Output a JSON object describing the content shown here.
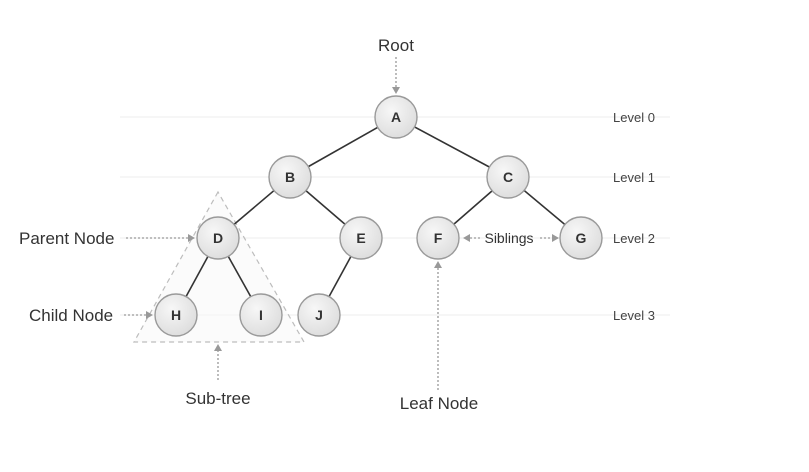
{
  "nodes": [
    {
      "id": "A",
      "label": "A"
    },
    {
      "id": "B",
      "label": "B"
    },
    {
      "id": "C",
      "label": "C"
    },
    {
      "id": "D",
      "label": "D"
    },
    {
      "id": "E",
      "label": "E"
    },
    {
      "id": "F",
      "label": "F"
    },
    {
      "id": "G",
      "label": "G"
    },
    {
      "id": "H",
      "label": "H"
    },
    {
      "id": "I",
      "label": "I"
    },
    {
      "id": "J",
      "label": "J"
    }
  ],
  "edges": [
    [
      "A",
      "B"
    ],
    [
      "A",
      "C"
    ],
    [
      "B",
      "D"
    ],
    [
      "B",
      "E"
    ],
    [
      "C",
      "F"
    ],
    [
      "C",
      "G"
    ],
    [
      "D",
      "H"
    ],
    [
      "D",
      "I"
    ],
    [
      "E",
      "J"
    ]
  ],
  "levels": [
    "Level 0",
    "Level 1",
    "Level 2",
    "Level 3"
  ],
  "annotations": {
    "root": "Root",
    "parent_node": "Parent Node",
    "child_node": "Child Node",
    "siblings": "Siblings",
    "sub_tree": "Sub-tree",
    "leaf_node": "Leaf Node"
  },
  "colors": {
    "node_fill": "#eaeaea",
    "node_stroke": "#9a9a9a",
    "edge": "#333333",
    "level_line": "#e6e6e6",
    "arrow": "#888888",
    "subtree_dash": "#bbbbbb"
  }
}
